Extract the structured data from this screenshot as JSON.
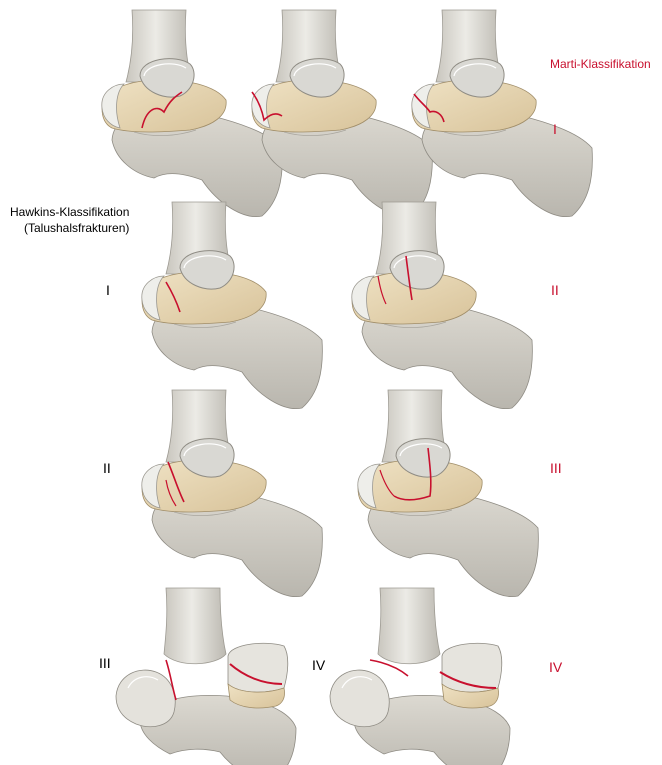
{
  "colors": {
    "marti": "#c8102e",
    "hawkins": "#000000",
    "bone_light": "#d7d4cc",
    "bone_shadow": "#b3b0a7",
    "talus_fill": "#e7d6b2",
    "fracture": "#c8102e",
    "cartilage": "#f2f2f0"
  },
  "marti": {
    "title": "Marti-Klassifikation",
    "grades": [
      "I",
      "II",
      "III",
      "IV"
    ]
  },
  "hawkins": {
    "title_line1": "Hawkins-Klassifikation",
    "title_line2": "(Talushalsfrakturen)",
    "grades": [
      "I",
      "II",
      "III",
      "IV"
    ]
  }
}
